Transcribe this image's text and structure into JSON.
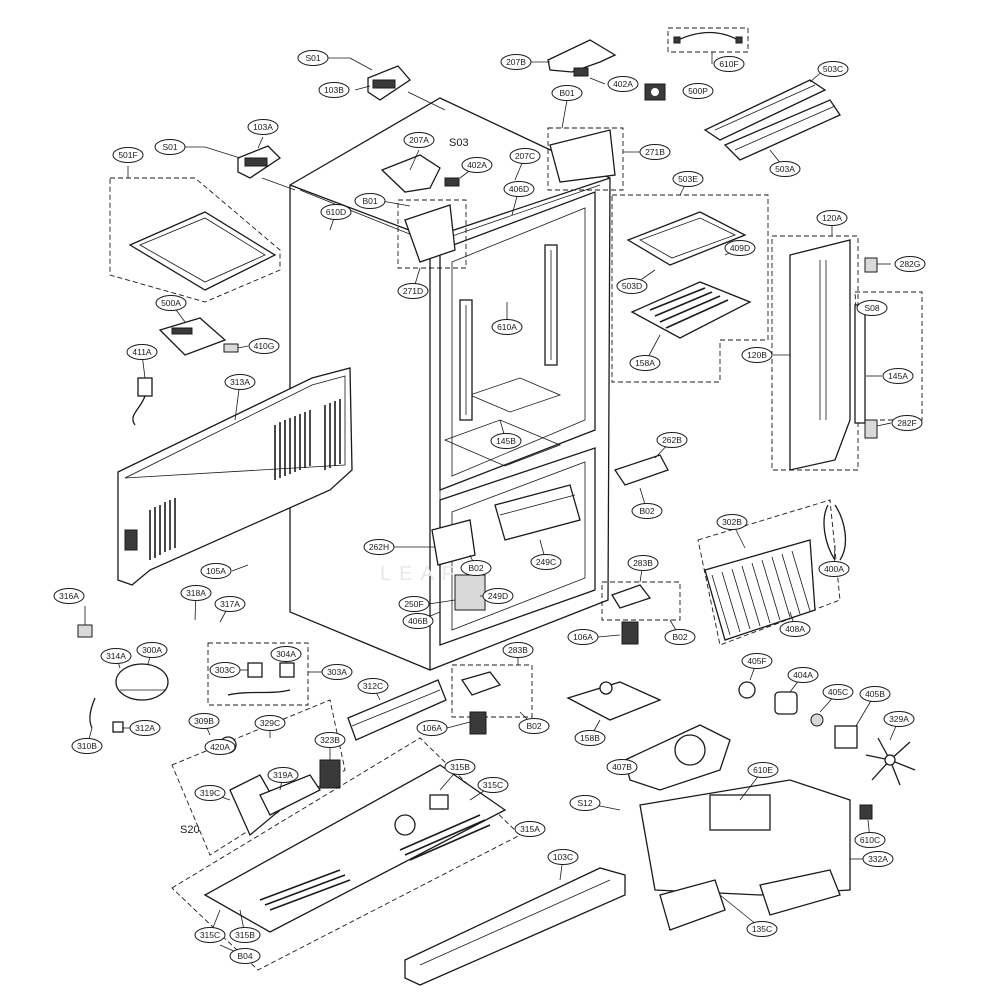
{
  "colors": {
    "line": "#1a1a1a",
    "background": "#ffffff",
    "shade": "#d9d9d9"
  },
  "callouts": [
    {
      "id": "S01_a",
      "label": "S01"
    },
    {
      "id": "103B",
      "label": "103B"
    },
    {
      "id": "207B",
      "label": "207B"
    },
    {
      "id": "402A_a",
      "label": "402A"
    },
    {
      "id": "500P",
      "label": "500P"
    },
    {
      "id": "610F",
      "label": "610F"
    },
    {
      "id": "503C",
      "label": "503C"
    },
    {
      "id": "503A",
      "label": "503A"
    },
    {
      "id": "B01_a",
      "label": "B01"
    },
    {
      "id": "271B",
      "label": "271B"
    },
    {
      "id": "103A",
      "label": "103A"
    },
    {
      "id": "S01_b",
      "label": "S01"
    },
    {
      "id": "501F",
      "label": "501F"
    },
    {
      "id": "207A",
      "label": "207A"
    },
    {
      "id": "402A_b",
      "label": "402A"
    },
    {
      "id": "207C",
      "label": "207C"
    },
    {
      "id": "406D",
      "label": "406D"
    },
    {
      "id": "B01_b",
      "label": "B01"
    },
    {
      "id": "610D",
      "label": "610D"
    },
    {
      "id": "271D",
      "label": "271D"
    },
    {
      "id": "503E",
      "label": "503E"
    },
    {
      "id": "409D",
      "label": "409D"
    },
    {
      "id": "503D",
      "label": "503D"
    },
    {
      "id": "158A",
      "label": "158A"
    },
    {
      "id": "120A",
      "label": "120A"
    },
    {
      "id": "282G",
      "label": "282G"
    },
    {
      "id": "S08",
      "label": "S08"
    },
    {
      "id": "120B",
      "label": "120B"
    },
    {
      "id": "145A",
      "label": "145A"
    },
    {
      "id": "282F",
      "label": "282F"
    },
    {
      "id": "500A",
      "label": "500A"
    },
    {
      "id": "410G",
      "label": "410G"
    },
    {
      "id": "411A",
      "label": "411A"
    },
    {
      "id": "313A",
      "label": "313A"
    },
    {
      "id": "610A",
      "label": "610A"
    },
    {
      "id": "145B",
      "label": "145B"
    },
    {
      "id": "262B",
      "label": "262B"
    },
    {
      "id": "B02_a",
      "label": "B02"
    },
    {
      "id": "302B",
      "label": "302B"
    },
    {
      "id": "400A",
      "label": "400A"
    },
    {
      "id": "408A",
      "label": "408A"
    },
    {
      "id": "262H",
      "label": "262H"
    },
    {
      "id": "B02_b",
      "label": "B02"
    },
    {
      "id": "249C",
      "label": "249C"
    },
    {
      "id": "283B_a",
      "label": "283B"
    },
    {
      "id": "105A",
      "label": "105A"
    },
    {
      "id": "250F",
      "label": "250F"
    },
    {
      "id": "249D",
      "label": "249D"
    },
    {
      "id": "406B",
      "label": "406B"
    },
    {
      "id": "106A_a",
      "label": "106A"
    },
    {
      "id": "B02_c",
      "label": "B02"
    },
    {
      "id": "316A",
      "label": "316A"
    },
    {
      "id": "318A",
      "label": "318A"
    },
    {
      "id": "317A",
      "label": "317A"
    },
    {
      "id": "304A",
      "label": "304A"
    },
    {
      "id": "303C",
      "label": "303C"
    },
    {
      "id": "303A",
      "label": "303A"
    },
    {
      "id": "283B_b",
      "label": "283B"
    },
    {
      "id": "314A",
      "label": "314A"
    },
    {
      "id": "300A",
      "label": "300A"
    },
    {
      "id": "312C",
      "label": "312C"
    },
    {
      "id": "106A_b",
      "label": "106A"
    },
    {
      "id": "B02_d",
      "label": "B02"
    },
    {
      "id": "158B",
      "label": "158B"
    },
    {
      "id": "405F",
      "label": "405F"
    },
    {
      "id": "404A",
      "label": "404A"
    },
    {
      "id": "405C",
      "label": "405C"
    },
    {
      "id": "405B",
      "label": "405B"
    },
    {
      "id": "329A",
      "label": "329A"
    },
    {
      "id": "312A",
      "label": "312A"
    },
    {
      "id": "310B",
      "label": "310B"
    },
    {
      "id": "309B",
      "label": "309B"
    },
    {
      "id": "329C",
      "label": "329C"
    },
    {
      "id": "323B",
      "label": "323B"
    },
    {
      "id": "420A",
      "label": "420A"
    },
    {
      "id": "407B",
      "label": "407B"
    },
    {
      "id": "319A",
      "label": "319A"
    },
    {
      "id": "319C",
      "label": "319C"
    },
    {
      "id": "315B_a",
      "label": "315B"
    },
    {
      "id": "315C_a",
      "label": "315C"
    },
    {
      "id": "610E",
      "label": "610E"
    },
    {
      "id": "S12",
      "label": "S12"
    },
    {
      "id": "315A",
      "label": "315A"
    },
    {
      "id": "610C",
      "label": "610C"
    },
    {
      "id": "332A",
      "label": "332A"
    },
    {
      "id": "103C",
      "label": "103C"
    },
    {
      "id": "315C_b",
      "label": "315C"
    },
    {
      "id": "315B_b",
      "label": "315B"
    },
    {
      "id": "B04",
      "label": "B04"
    },
    {
      "id": "135C",
      "label": "135C"
    }
  ],
  "plain_labels": {
    "S03": "S03",
    "S20": "S20"
  }
}
